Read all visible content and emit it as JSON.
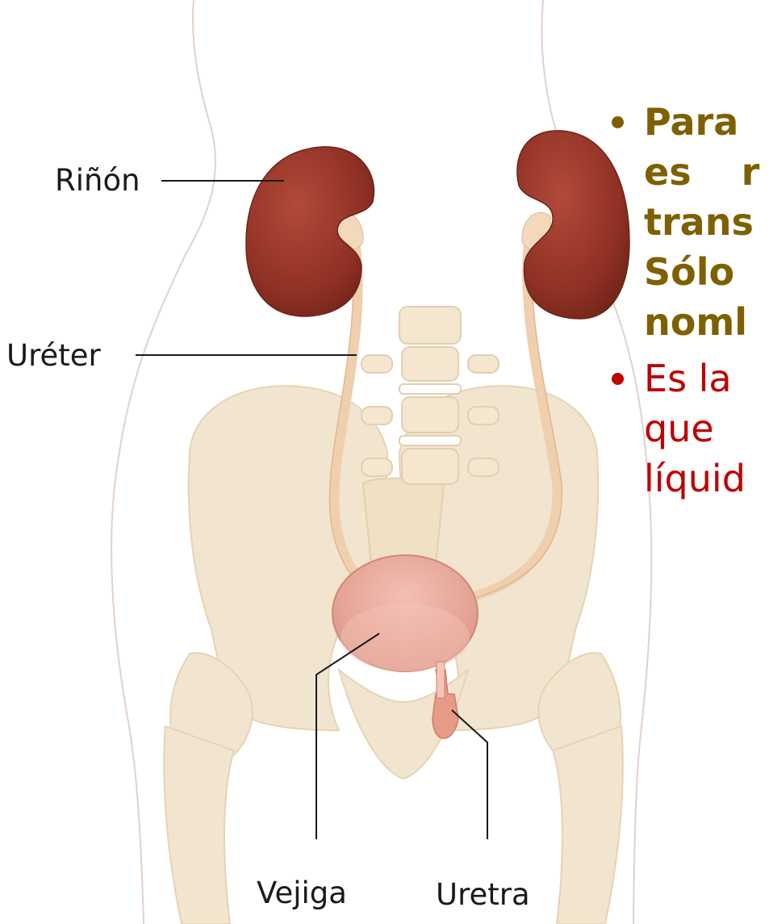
{
  "labels": {
    "kidney": "Riñón",
    "ureter": "Uréter",
    "bladder": "Vejiga",
    "urethra": "Uretra"
  },
  "slide_text": {
    "bullet1_lines": [
      "Para",
      "es r",
      "trans",
      "Sólo",
      "noml"
    ],
    "bullet2_lines": [
      "Es la",
      "que",
      "líquid"
    ]
  },
  "colors": {
    "bullet1": "#7f6000",
    "bullet2": "#c00000",
    "kidney": "#8c2f22",
    "bone": "#f2e5cf",
    "bladder": "#e9a99c",
    "ureter": "#f2d3b4"
  }
}
